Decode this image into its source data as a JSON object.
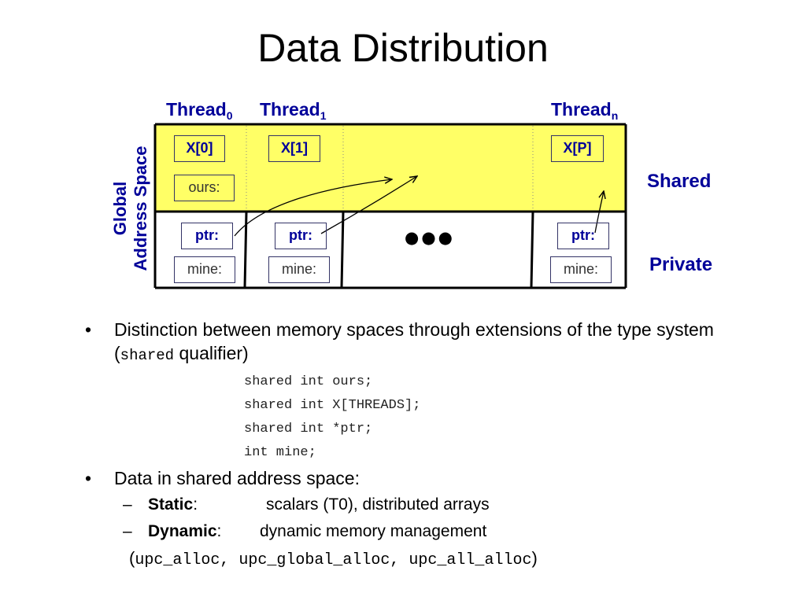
{
  "slide": {
    "title": "Data Distribution"
  },
  "diagram": {
    "threads": [
      {
        "label": "Thread",
        "subscript": "0"
      },
      {
        "label": "Thread",
        "subscript": "1"
      },
      {
        "label": "Thread",
        "subscript": "n"
      }
    ],
    "axis_label": {
      "line1": "Global",
      "line2": "Address Space"
    },
    "region_labels": {
      "shared": "Shared",
      "private": "Private"
    },
    "shared_cells": [
      "X[0]",
      "X[1]",
      "X[P]"
    ],
    "ours_cell": "ours:",
    "ptr_cells": [
      "ptr:",
      "ptr:",
      "ptr:"
    ],
    "mine_cells": [
      "mine:",
      "mine:",
      "mine:"
    ],
    "ellipsis": "●●●",
    "colors": {
      "shared_region": "#ffff66",
      "label_blue": "#000099",
      "border": "#000000"
    }
  },
  "bullets": {
    "item1": {
      "before": "Distinction between memory spaces through extensions of the type system (",
      "code": "shared",
      "after": " qualifier)"
    },
    "code_lines": [
      "shared int ours;",
      "shared int X[THREADS];",
      "shared int *ptr;",
      "int mine;"
    ],
    "item2": "Data in shared address space:",
    "sub1": {
      "term": "Static",
      "colon": ":",
      "desc": "scalars (T0), distributed arrays"
    },
    "sub2": {
      "term": "Dynamic",
      "colon": ":",
      "desc": "dynamic memory management"
    },
    "alloc": {
      "open": "(",
      "fn1": "upc_alloc",
      "sep1": ", ",
      "fn2": "upc_global_alloc",
      "sep2": ", ",
      "fn3": "upc_all_alloc",
      "close": ")"
    },
    "bullet_char": "•",
    "dash_char": "–"
  }
}
